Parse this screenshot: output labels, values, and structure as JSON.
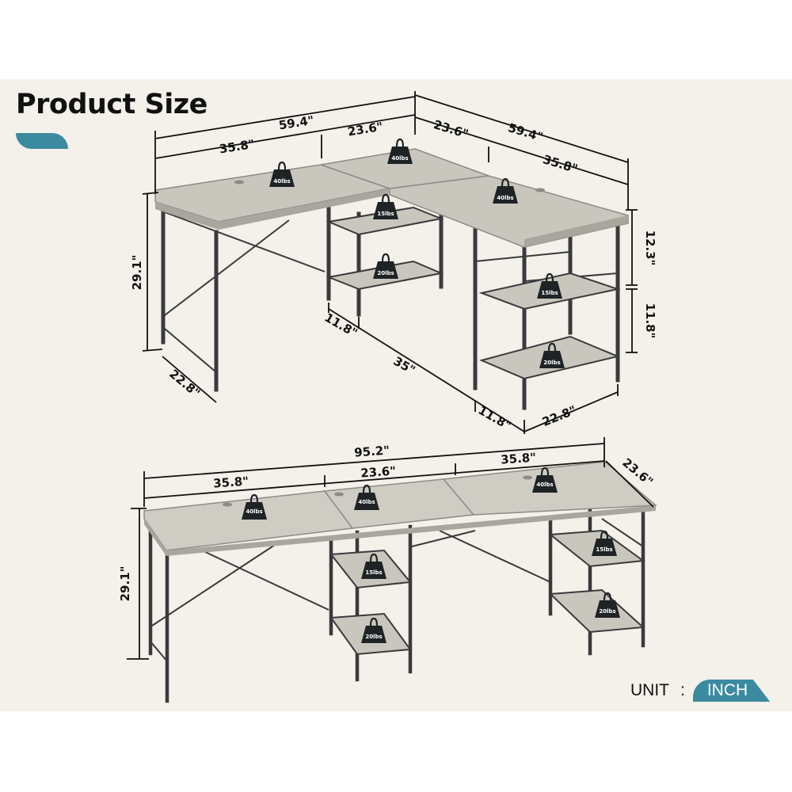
{
  "title": "Product Size",
  "colors": {
    "panel_bg": "#f3f1ea",
    "accent": "#3b8aa0",
    "desktop": "#c9c6bd",
    "frame": "#3a3a3c",
    "weight": "#1f2326"
  },
  "unit": {
    "label": "UNIT",
    "separator": ":",
    "value": "INCH"
  },
  "l_shape": {
    "left_total": "59.4\"",
    "left_main": "35.8\"",
    "corner_width": "23.6\"",
    "right_depth": "23.6\"",
    "right_total": "59.4\"",
    "right_main": "35.8\"",
    "height": "29.1\"",
    "left_depth": "22.8\"",
    "inner_shelf_depth": "11.8\"",
    "inner_span": "35\"",
    "outer_shelf_depth": "11.8\"",
    "right_desk_depth": "22.8\"",
    "upper_shelf_gap": "12.3\"",
    "lower_shelf_gap": "11.8\"",
    "weights": [
      "40lbs",
      "40lbs",
      "40lbs",
      "15lbs",
      "20lbs",
      "15lbs",
      "20lbs"
    ]
  },
  "straight": {
    "total_length": "95.2\"",
    "left_segment": "35.8\"",
    "middle_segment": "23.6\"",
    "right_segment": "35.8\"",
    "depth": "23.6\"",
    "height": "29.1\"",
    "weights": [
      "40lbs",
      "40lbs",
      "40lbs",
      "15lbs",
      "20lbs",
      "15lbs",
      "20lbs"
    ]
  }
}
